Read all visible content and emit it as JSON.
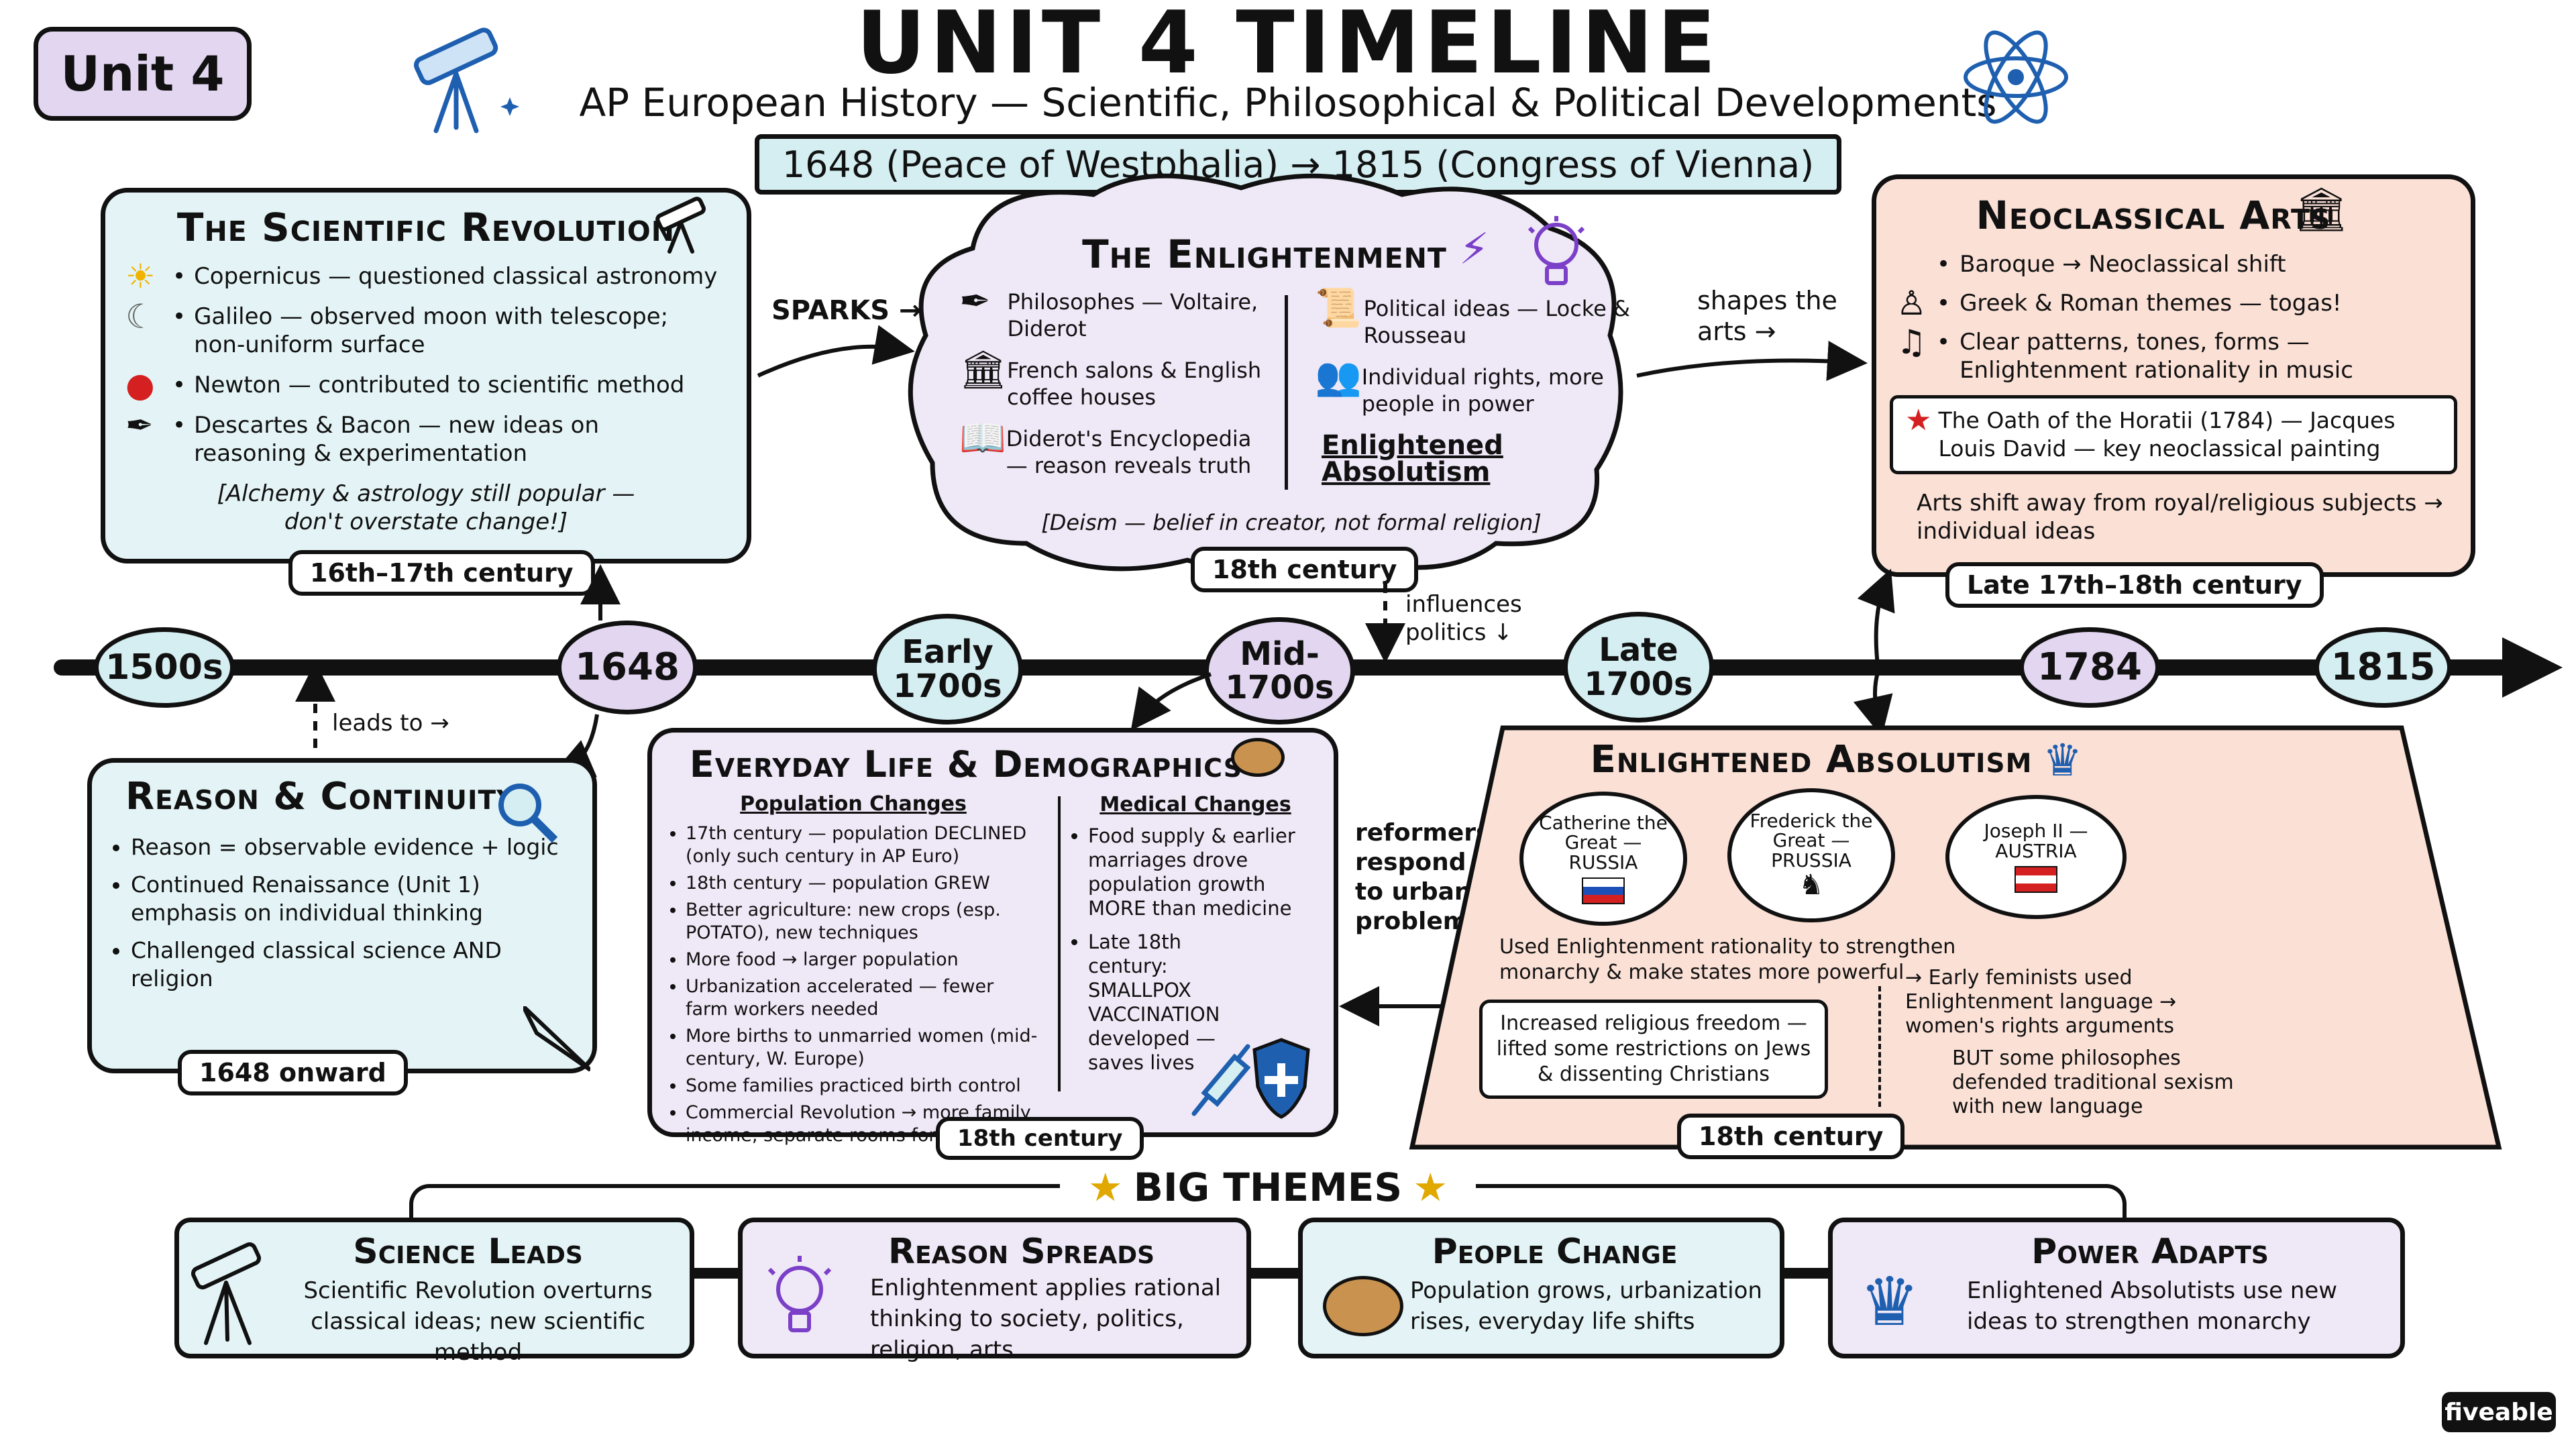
{
  "header": {
    "unit_badge": "Unit 4",
    "title": "UNIT 4 TIMELINE",
    "subtitle": "AP European History — Scientific, Philosophical & Political Developments",
    "range": "1648 (Peace of Westphalia) → 1815 (Congress of Vienna)"
  },
  "sci_rev": {
    "title": "The Scientific Revolution",
    "items": [
      "Copernicus — questioned classical astronomy",
      "Galileo — observed moon with telescope; non-uniform surface",
      "Newton — contributed to scientific method",
      "Descartes & Bacon — new ideas on reasoning & experimentation"
    ],
    "note": "[Alchemy & astrology still popular — don't overstate change!]",
    "label": "16th–17th century"
  },
  "enlight": {
    "title": "The Enlightenment",
    "left": [
      "Philosophes — Voltaire, Diderot",
      "French salons & English coffee houses",
      "Diderot's Encyclopedia — reason reveals truth"
    ],
    "right": [
      "Political ideas — Locke & Rousseau",
      "Individual rights, more people in power"
    ],
    "ea_link": "Enlightened Absolutism",
    "note": "[Deism — belief in creator, not formal religion]",
    "label": "18th century"
  },
  "neo": {
    "title": "Neoclassical Arts",
    "items": [
      "Baroque → Neoclassical shift",
      "Greek & Roman themes — togas!",
      "Clear patterns, tones, forms — Enlightenment rationality in music"
    ],
    "oath": "The Oath of the Horatii (1784) — Jacques Louis David — key neoclassical painting",
    "shift": "Arts shift away from royal/religious subjects → individual ideas",
    "label": "Late 17th–18th century"
  },
  "reason": {
    "title": "Reason & Continuity",
    "items": [
      "Reason = observable evidence + logic",
      "Continued Renaissance (Unit 1) emphasis on individual thinking",
      "Challenged classical science AND religion"
    ],
    "label": "1648 onward"
  },
  "everyday": {
    "title": "Everyday Life & Demographics",
    "pop_head": "Population Changes",
    "pop": [
      "17th century — population DECLINED (only such century in AP Euro)",
      "18th century — population GREW",
      "Better agriculture: new crops (esp. POTATO), new techniques",
      "More food → larger population",
      "Urbanization accelerated — fewer farm workers needed",
      "More births to unmarried women (mid-century, W. Europe)",
      "Some families practiced birth control",
      "Commercial Revolution → more family income, separate rooms for children"
    ],
    "med_head": "Medical Changes",
    "med": [
      "Food supply & earlier marriages drove population growth MORE than medicine",
      "Late 18th century: SMALLPOX VACCINATION developed — saves lives"
    ],
    "label": "18th century"
  },
  "absol": {
    "title": "Enlightened Absolutism",
    "rulers": [
      {
        "name": "Catherine the Great —",
        "country": "RUSSIA"
      },
      {
        "name": "Frederick the Great —",
        "country": "PRUSSIA"
      },
      {
        "name": "Joseph II —",
        "country": "AUSTRIA"
      }
    ],
    "used": "Used Enlightenment rationality to strengthen monarchy & make states more powerful",
    "religion": "Increased religious freedom — lifted some restrictions on Jews & dissenting Christians",
    "feminists": "→ Early feminists used Enlightenment language → women's rights arguments",
    "but": "BUT some philosophes defended traditional sexism with new language",
    "label": "18th century"
  },
  "timeline": {
    "nodes": [
      "1500s",
      "1648",
      "Early 1700s",
      "Mid-1700s",
      "Late 1700s",
      "1784",
      "1815"
    ]
  },
  "arrows": {
    "sparks": "SPARKS →",
    "shapes": "shapes the arts →",
    "influences": "influences politics ↓",
    "leads": "leads to →",
    "reformers": "reformers respond to urban problems"
  },
  "themes": {
    "header": "BIG THEMES",
    "items": [
      {
        "title": "Science Leads",
        "desc": "Scientific Revolution overturns classical ideas; new scientific method"
      },
      {
        "title": "Reason Spreads",
        "desc": "Enlightenment applies rational thinking to society, politics, religion, arts"
      },
      {
        "title": "People Change",
        "desc": "Population grows, urbanization rises, everyday life shifts"
      },
      {
        "title": "Power Adapts",
        "desc": "Enlightened Absolutists use new ideas to strengthen monarchy"
      }
    ]
  },
  "brand": "fiveable"
}
